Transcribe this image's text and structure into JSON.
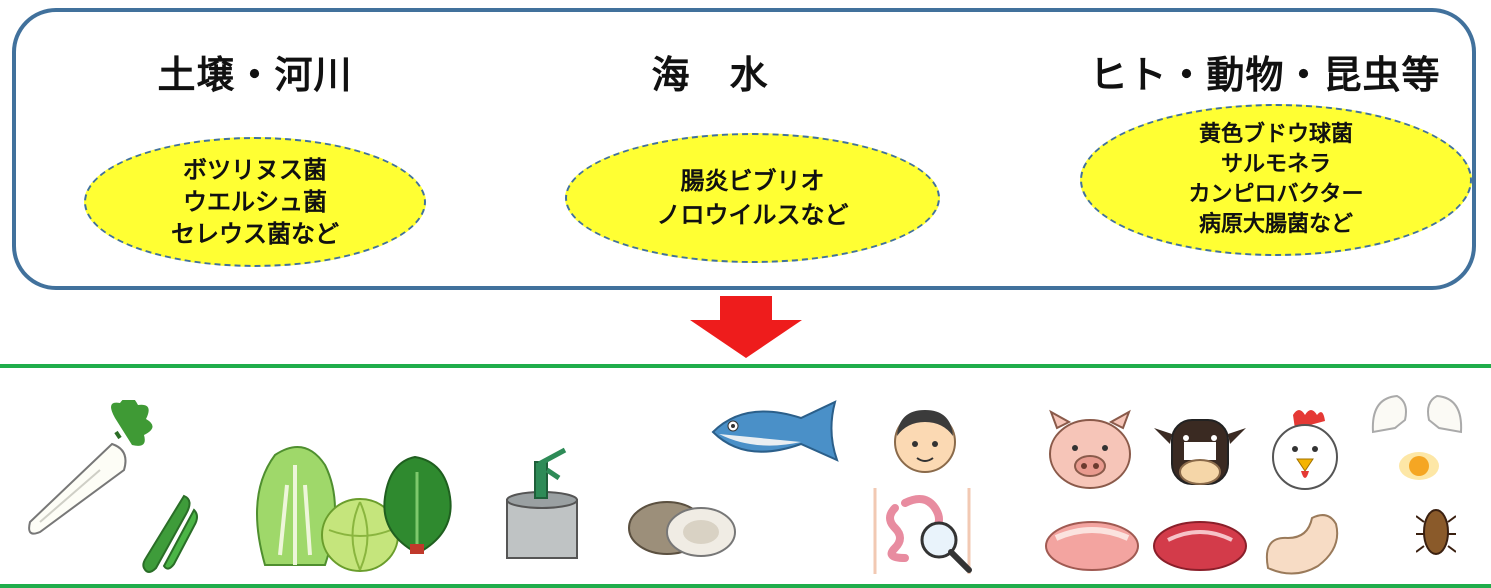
{
  "sources": [
    {
      "heading": "土壌・河川",
      "bacteria": [
        "ボツリヌス菌",
        "ウエルシュ菌",
        "セレウス菌など"
      ]
    },
    {
      "heading": "海　水",
      "bacteria": [
        "腸炎ビブリオ",
        "ノロウイルスなど"
      ]
    },
    {
      "heading": "ヒト・動物・昆虫等",
      "bacteria": [
        "黄色ブドウ球菌",
        "サルモネラ",
        "カンピロバクター",
        "病原大腸菌など"
      ]
    }
  ],
  "colors": {
    "box_border": "#41719c",
    "oval_fill": "#ffff33",
    "arrow": "#ee1c1c",
    "band_lines": "#1fad4b"
  },
  "illustrations": [
    "daikon-radish-icon",
    "cucumber-icon",
    "napa-cabbage-icon",
    "cabbage-icon",
    "spinach-icon",
    "well-pump-icon",
    "fish-icon",
    "oyster-icon",
    "person-icon",
    "intestine-icon",
    "pig-icon",
    "cow-icon",
    "chicken-icon",
    "cracked-egg-icon",
    "pork-meat-icon",
    "beef-meat-icon",
    "chicken-meat-icon",
    "cockroach-icon"
  ]
}
